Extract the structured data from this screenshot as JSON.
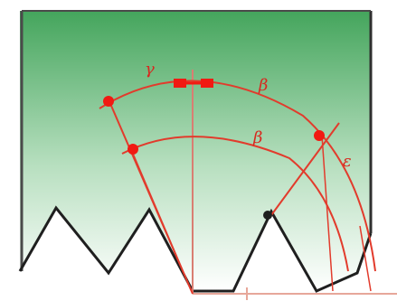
{
  "labels": {
    "gamma": "γ",
    "beta_outer": "β",
    "beta_inner": "β",
    "epsilon": "ε"
  },
  "colors": {
    "panel_top": "#44a55c",
    "panel_bottom": "#ffffff",
    "outline": "#1f1f1f",
    "construction": "#e23b2c",
    "node": "#f11a12",
    "axis": "#d97e72"
  }
}
